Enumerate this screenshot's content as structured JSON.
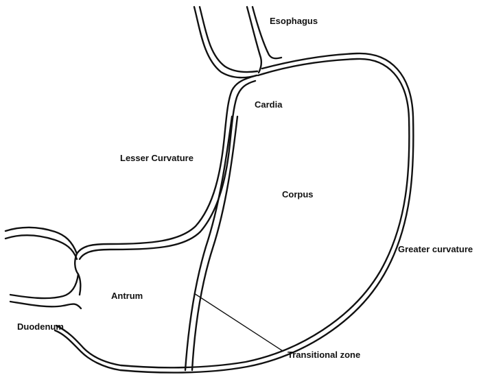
{
  "labels": {
    "esophagus": "Esophagus",
    "cardia": "Cardia",
    "lesser_curvature": "Lesser Curvature",
    "corpus": "Corpus",
    "greater_curvature": "Greater curvature",
    "antrum": "Antrum",
    "duodenum": "Duodenum",
    "transitional_zone": "Transitional zone"
  },
  "colors": {
    "line": "#111111",
    "background": "#ffffff"
  }
}
